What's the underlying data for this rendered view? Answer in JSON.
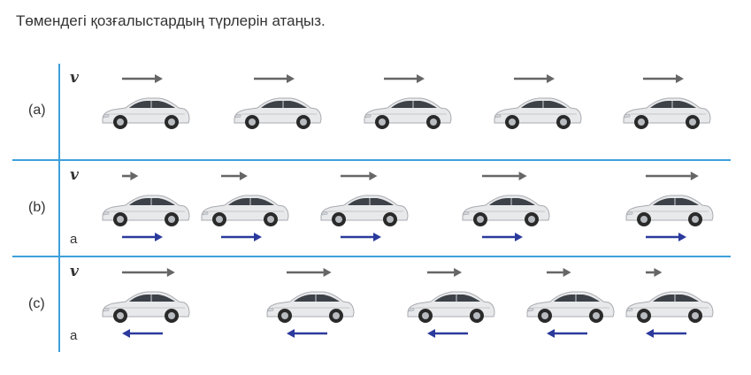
{
  "question": "Төмендегі қозғалыстардың түрлерін атаңыз.",
  "colors": {
    "divider": "#3ea0dc",
    "velocity_arrow": "#666666",
    "acceleration_arrow": "#2b3a9c",
    "car_body": "#e8e9eb",
    "car_glass": "#3d4248"
  },
  "rows": [
    {
      "label": "(a)",
      "velocity_symbol": "v",
      "acceleration_symbol": "",
      "cars": [
        {
          "v": 1.0,
          "a": 0
        },
        {
          "v": 1.0,
          "a": 0
        },
        {
          "v": 1.0,
          "a": 0
        },
        {
          "v": 1.0,
          "a": 0
        },
        {
          "v": 1.0,
          "a": 0
        }
      ]
    },
    {
      "label": "(b)",
      "velocity_symbol": "v",
      "acceleration_symbol": "a",
      "cars": [
        {
          "v": 0.4,
          "a": 1
        },
        {
          "v": 0.65,
          "a": 1
        },
        {
          "v": 0.9,
          "a": 1
        },
        {
          "v": 1.1,
          "a": 1
        },
        {
          "v": 1.3,
          "a": 1
        }
      ]
    },
    {
      "label": "(c)",
      "velocity_symbol": "v",
      "acceleration_symbol": "a",
      "cars": [
        {
          "v": 1.3,
          "a": -1
        },
        {
          "v": 1.1,
          "a": -1
        },
        {
          "v": 0.85,
          "a": -1
        },
        {
          "v": 0.6,
          "a": -1
        },
        {
          "v": 0.4,
          "a": -1
        }
      ]
    }
  ]
}
